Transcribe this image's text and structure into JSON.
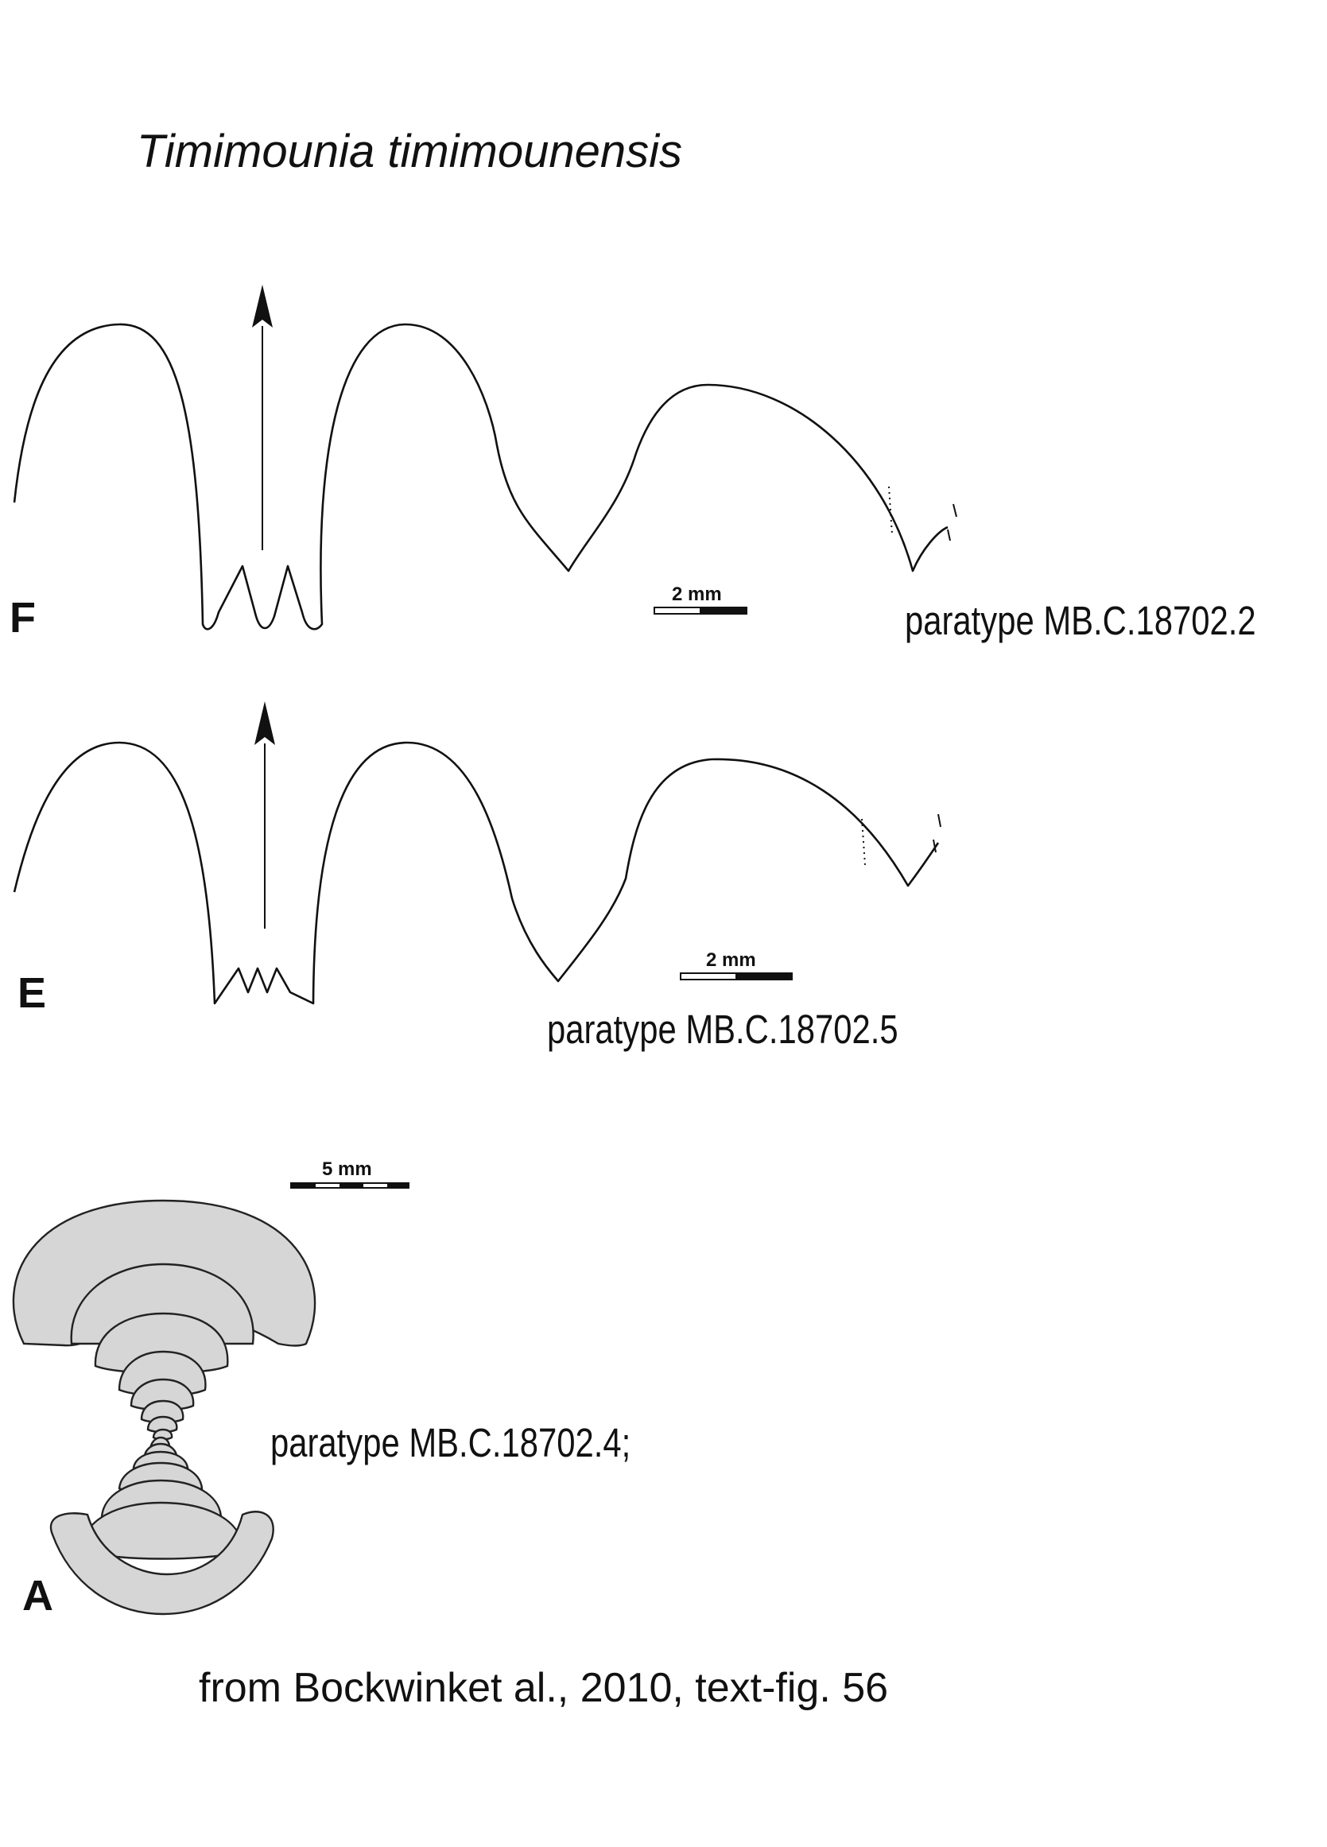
{
  "figure": {
    "title": "Timimounia timimounensis",
    "caption": "from Bockwinket al., 2010, text-fig. 56",
    "panels": [
      {
        "letter": "F",
        "specimen": "paratype MB.C.18702.2",
        "scale_label": "2 mm"
      },
      {
        "letter": "E",
        "specimen": "paratype MB.C.18702.5",
        "scale_label": "2 mm"
      },
      {
        "letter": "A",
        "specimen": "paratype MB.C.18702.4;",
        "scale_label": "5 mm"
      }
    ],
    "colors": {
      "line": "#111111",
      "shell_fill": "#d6d6d6"
    }
  }
}
